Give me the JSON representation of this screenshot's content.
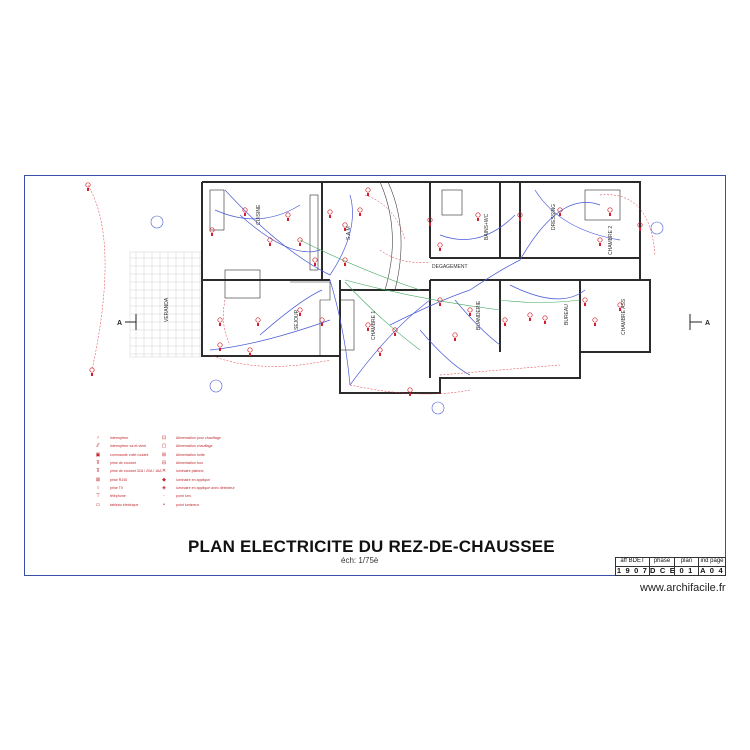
{
  "title": "PLAN ELECTRICITE DU REZ-DE-CHAUSSEE",
  "scale": "éch: 1/75è",
  "title_block": {
    "headers": [
      "aff BDET",
      "phase",
      "plan",
      "ind page"
    ],
    "values": [
      "1 9 0 7",
      "D C E",
      "0 1",
      "A 0 4"
    ]
  },
  "watermark": "www.archifacile.fr",
  "section_marker": "A",
  "rooms": {
    "cuisine": "CUISINE",
    "sam": "S.A.M",
    "sejour": "SEJOUR",
    "veranda": "VERANDA",
    "chambre1": "CHAMBRE 1",
    "degagement": "DEGAGEMENT",
    "sdb": "BAINS+WC",
    "dressing": "DRESSING",
    "chambre2": "CHAMBRE 2",
    "buanderie": "BUANDERIE",
    "bureau": "BUREAU",
    "chambre3": "CHAMBRE ASS"
  },
  "legend_left": [
    "interrupteur",
    "interrupteur va-et-vient",
    "commande volet roulant",
    "prise de courant",
    "prise de courant 32A / 20A / 16A",
    "prise RJ45",
    "prise TV",
    "téléphone",
    "tableau électrique"
  ],
  "legend_right": [
    "Alimentation pour chauffage",
    "Alimentation chauffage",
    "Alimentation hotte",
    "Alimentation four",
    "luminaire plafond",
    "luminaire en applique",
    "luminaire en applique avec détecteur",
    "point lum.",
    "point lumineux"
  ],
  "colors": {
    "wall": "#2b2b2b",
    "circuit_blue": "#4a5bd6",
    "circuit_red": "#e0303a",
    "circuit_green": "#3fa860",
    "symbol_red": "#d21f2c",
    "frame": "#3a50a8"
  }
}
